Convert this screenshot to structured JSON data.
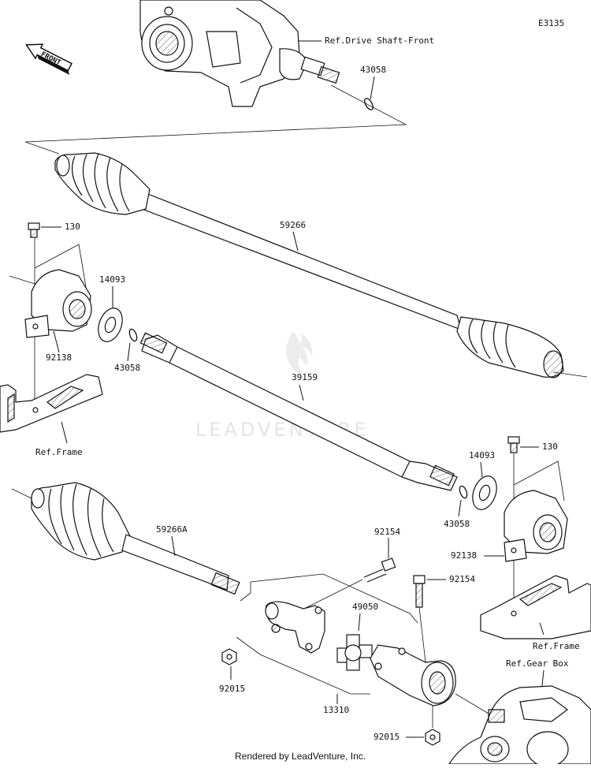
{
  "diagram_id": "E3135",
  "refs": {
    "drive_shaft_front": "Ref.Drive Shaft-Front",
    "frame_left": "Ref.Frame",
    "frame_right": "Ref.Frame",
    "gear_box": "Ref.Gear Box"
  },
  "front_arrow": "FRONT",
  "parts": {
    "p43058_top": "43058",
    "p59266": "59266",
    "p130_left": "130",
    "p14093_left": "14093",
    "p92138_left": "92138",
    "p43058_left": "43058",
    "p39159": "39159",
    "p130_right": "130",
    "p14093_right": "14093",
    "p43058_right": "43058",
    "p92138_right": "92138",
    "p59266A": "59266A",
    "p92154_a": "92154",
    "p92154_b": "92154",
    "p49050": "49050",
    "p92015_left": "92015",
    "p13310": "13310",
    "p92015_bottom": "92015"
  },
  "watermark": "LEADVENTURE",
  "footer": "Rendered by LeadVenture, Inc."
}
